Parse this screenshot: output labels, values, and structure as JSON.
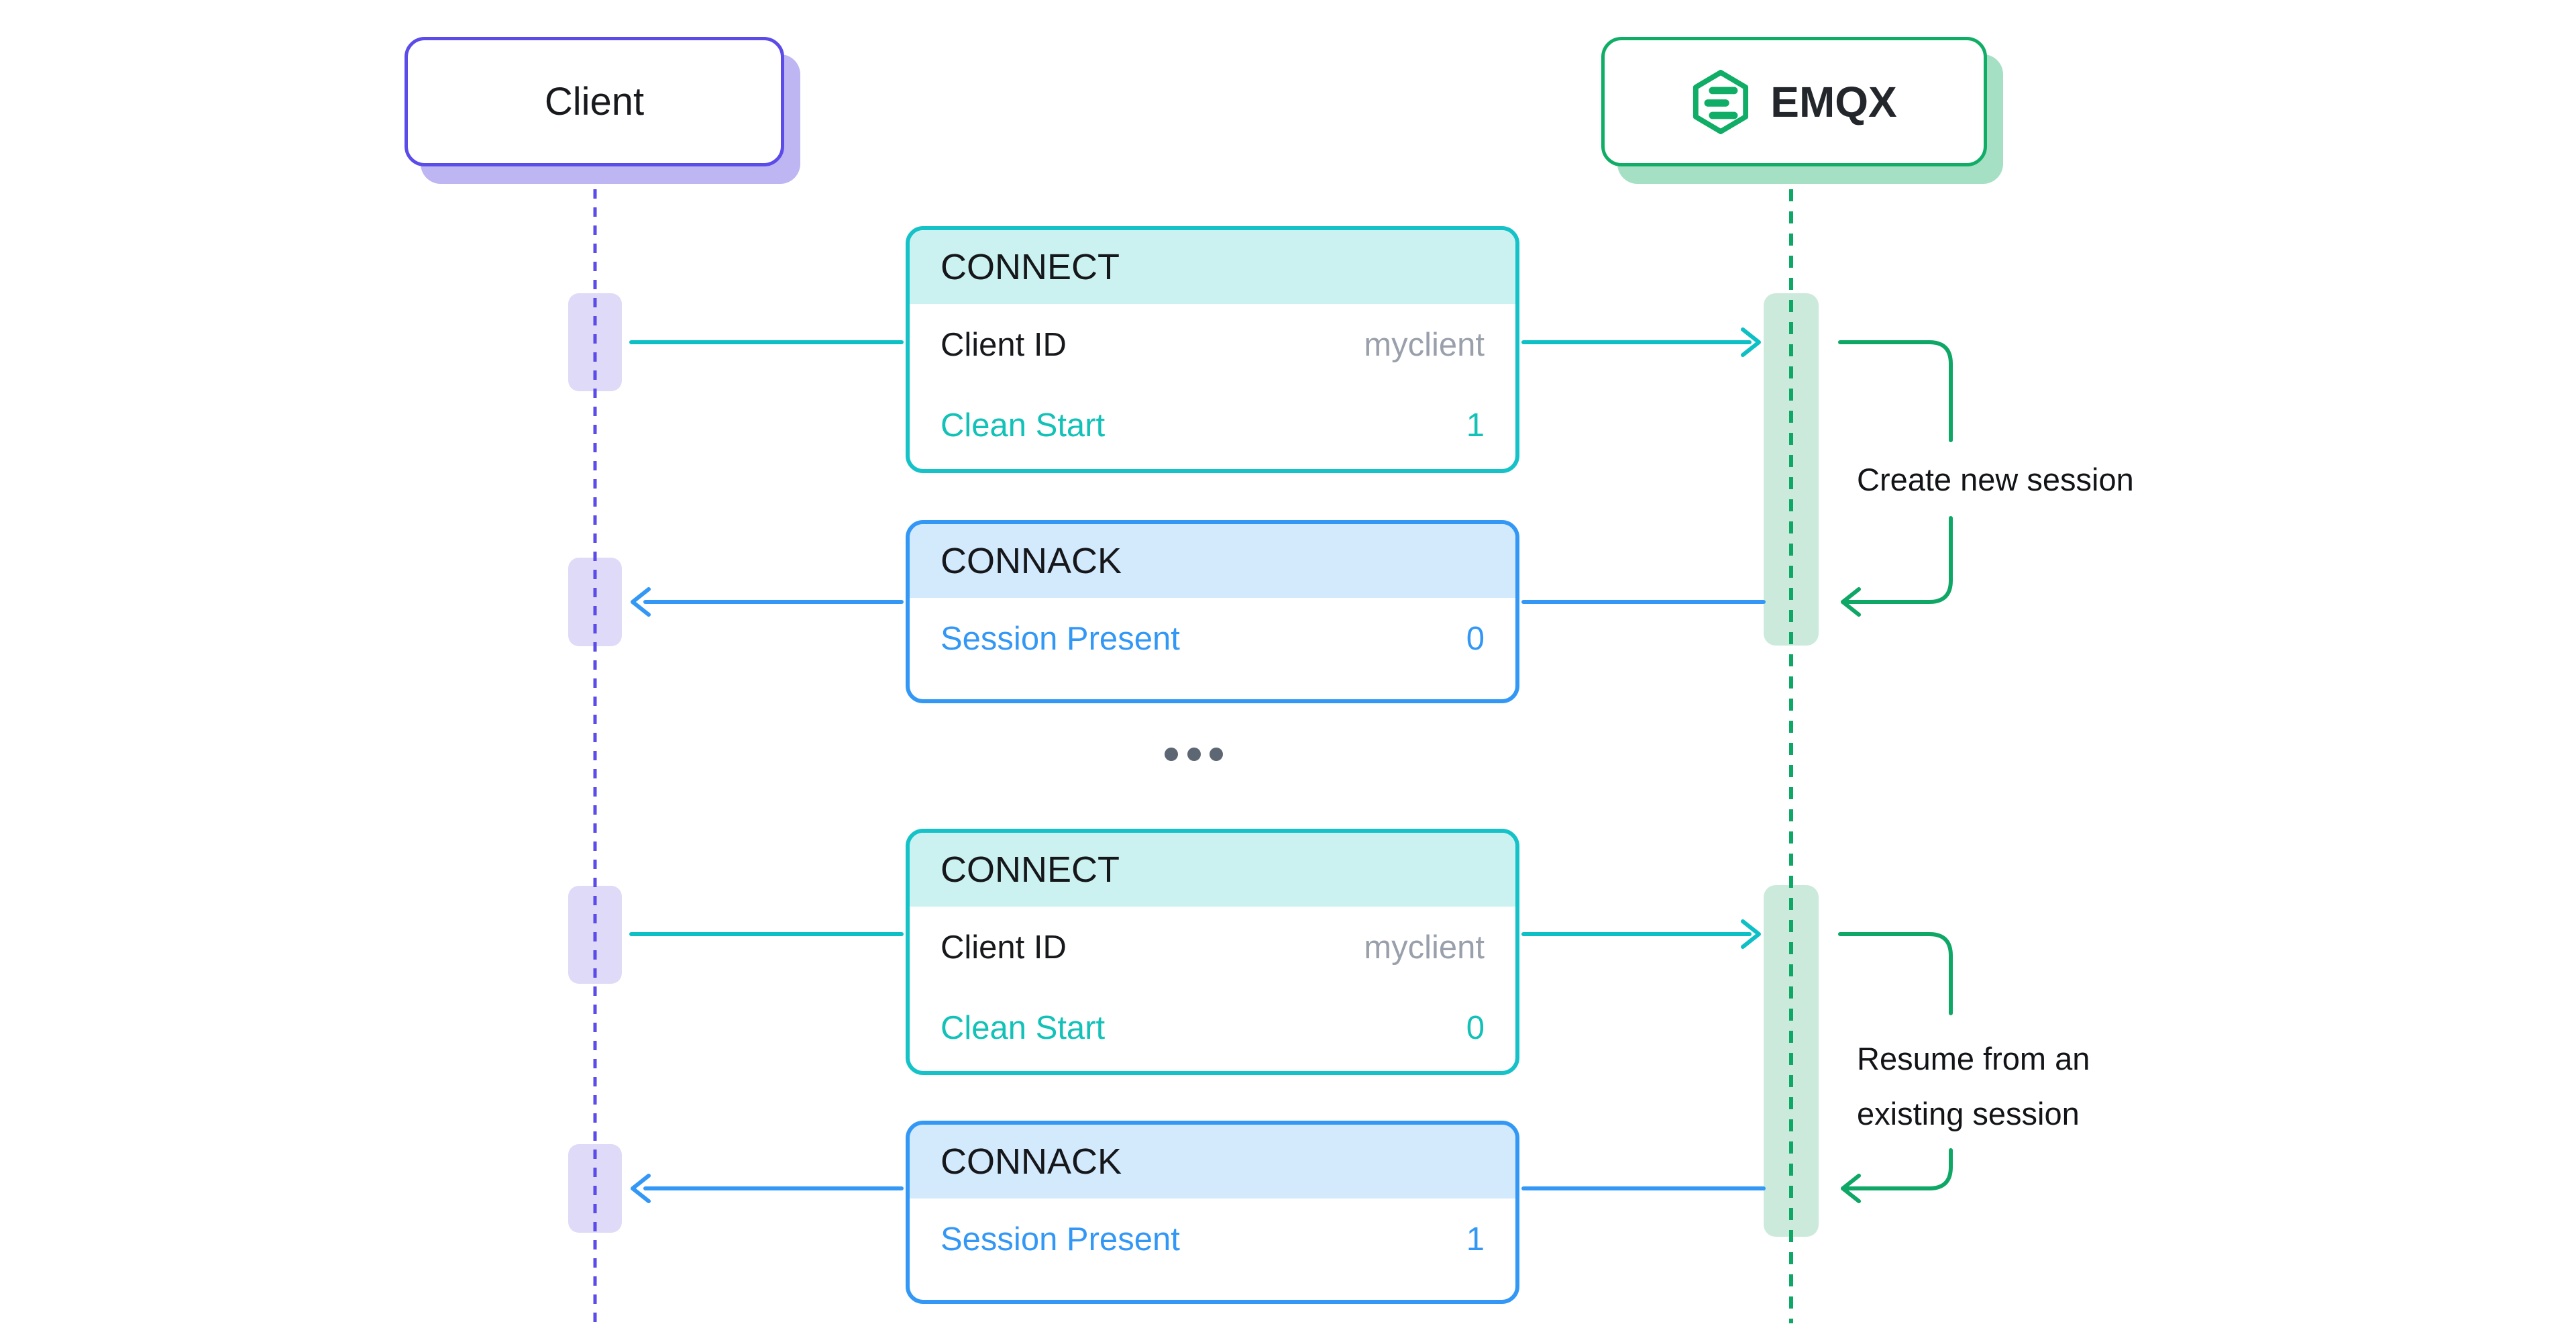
{
  "diagram": {
    "title_hint": "MQTT session establishment sequence between Client and EMQX",
    "nodes": {
      "client": {
        "label": "Client"
      },
      "emqx": {
        "label": "EMQX",
        "icon": "emqx-logo-icon"
      }
    },
    "messages": [
      {
        "id": "connect-1",
        "title": "CONNECT",
        "direction": "client-to-emqx",
        "rows": [
          {
            "label": "Client ID",
            "value": "myclient"
          },
          {
            "label": "Clean Start",
            "value": "1"
          }
        ]
      },
      {
        "id": "connack-1",
        "title": "CONNACK",
        "direction": "emqx-to-client",
        "rows": [
          {
            "label": "Session Present",
            "value": "0"
          }
        ]
      },
      {
        "id": "connect-2",
        "title": "CONNECT",
        "direction": "client-to-emqx",
        "rows": [
          {
            "label": "Client ID",
            "value": "myclient"
          },
          {
            "label": "Clean Start",
            "value": "0"
          }
        ]
      },
      {
        "id": "connack-2",
        "title": "CONNACK",
        "direction": "emqx-to-client",
        "rows": [
          {
            "label": "Session Present",
            "value": "1"
          }
        ]
      }
    ],
    "annotations": [
      {
        "lines": [
          "Create new session"
        ]
      },
      {
        "lines": [
          "Resume from an",
          "existing session"
        ]
      }
    ],
    "separator": "ellipsis",
    "colors": {
      "client_accent": "#5B4BE8",
      "client_shadow": "#BEB5F3",
      "client_activation": "#DFDAF8",
      "emqx_accent": "#0FAD66",
      "emqx_shadow": "#A5E0C5",
      "emqx_activation": "#CBEADC",
      "connect_accent": "#14C2C8",
      "connect_header_bg": "#CBF2F0",
      "connect_teal_text": "#12C1B7",
      "connack_accent": "#3398F5",
      "connack_header_bg": "#D3E9FC",
      "muted_value": "#9AA0AB",
      "text": "#17191C",
      "ellipsis_dots": "#5D6673"
    }
  }
}
